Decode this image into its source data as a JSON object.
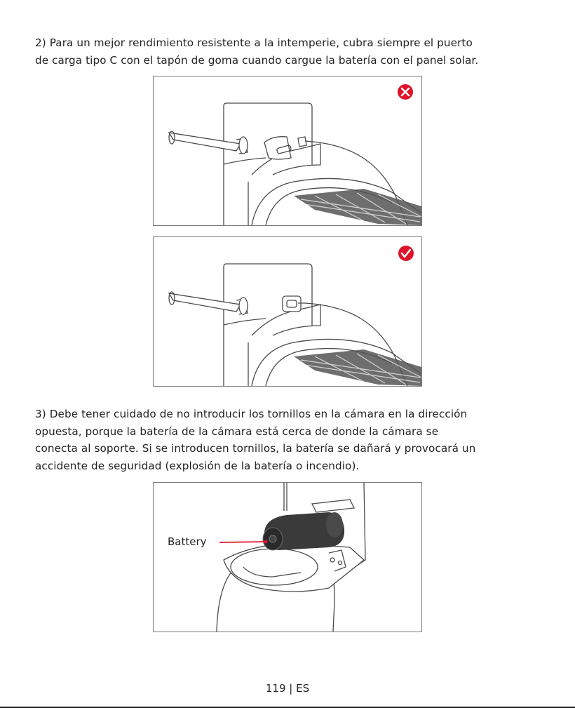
{
  "paragraph_2": {
    "line1": "2) Para un mejor rendimiento resistente a la intemperie, cubra siempre el puerto",
    "line2": "de carga tipo C con el tapón de goma cuando cargue la batería con el panel solar."
  },
  "paragraph_3": {
    "line1": "3) Debe tener cuidado de no introducir los tornillos en la cámara en la dirección",
    "line2": "opuesta, porque la batería de la cámara está cerca de donde la cámara se",
    "line3": "conecta al soporte. Si se introducen tornillos, la batería se dañará y provocará un",
    "line4": "accidente de seguridad (explosión de la batería o incendio)."
  },
  "figure_3": {
    "callout_label": "Battery"
  },
  "footer": {
    "page_number": "119 | ES"
  },
  "colors": {
    "error_red": "#e0112b",
    "text": "#222222",
    "line": "#4a4a4a"
  },
  "icons": {
    "wrong_marker": "x-circle-icon",
    "right_marker": "check-circle-icon"
  }
}
